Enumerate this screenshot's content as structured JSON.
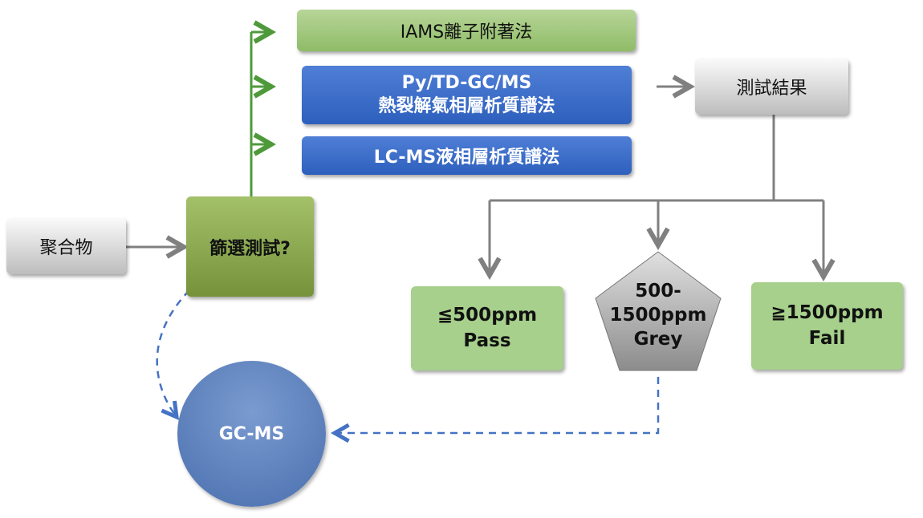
{
  "polymer": "聚合物",
  "screening": "篩選測試?",
  "methods": [
    {
      "line1": "IAMS離子附著法"
    },
    {
      "line1": "Py/TD-GC/MS",
      "line2": "熱裂解氣相層析質譜法"
    },
    {
      "line1": "LC-MS液相層析質譜法"
    }
  ],
  "test_result": "測試結果",
  "outcomes": {
    "pass": {
      "line1": "≦500ppm",
      "line2": "Pass"
    },
    "grey": {
      "line1": "500-",
      "line2": "1500ppm",
      "line3": "Grey"
    },
    "fail": {
      "line1": "≧1500ppm",
      "line2": "Fail"
    }
  },
  "gcms": "GC-MS",
  "colors": {
    "green_line": "#4e9a3a",
    "grey_line": "#808080",
    "blue_dash": "#4472c4"
  }
}
